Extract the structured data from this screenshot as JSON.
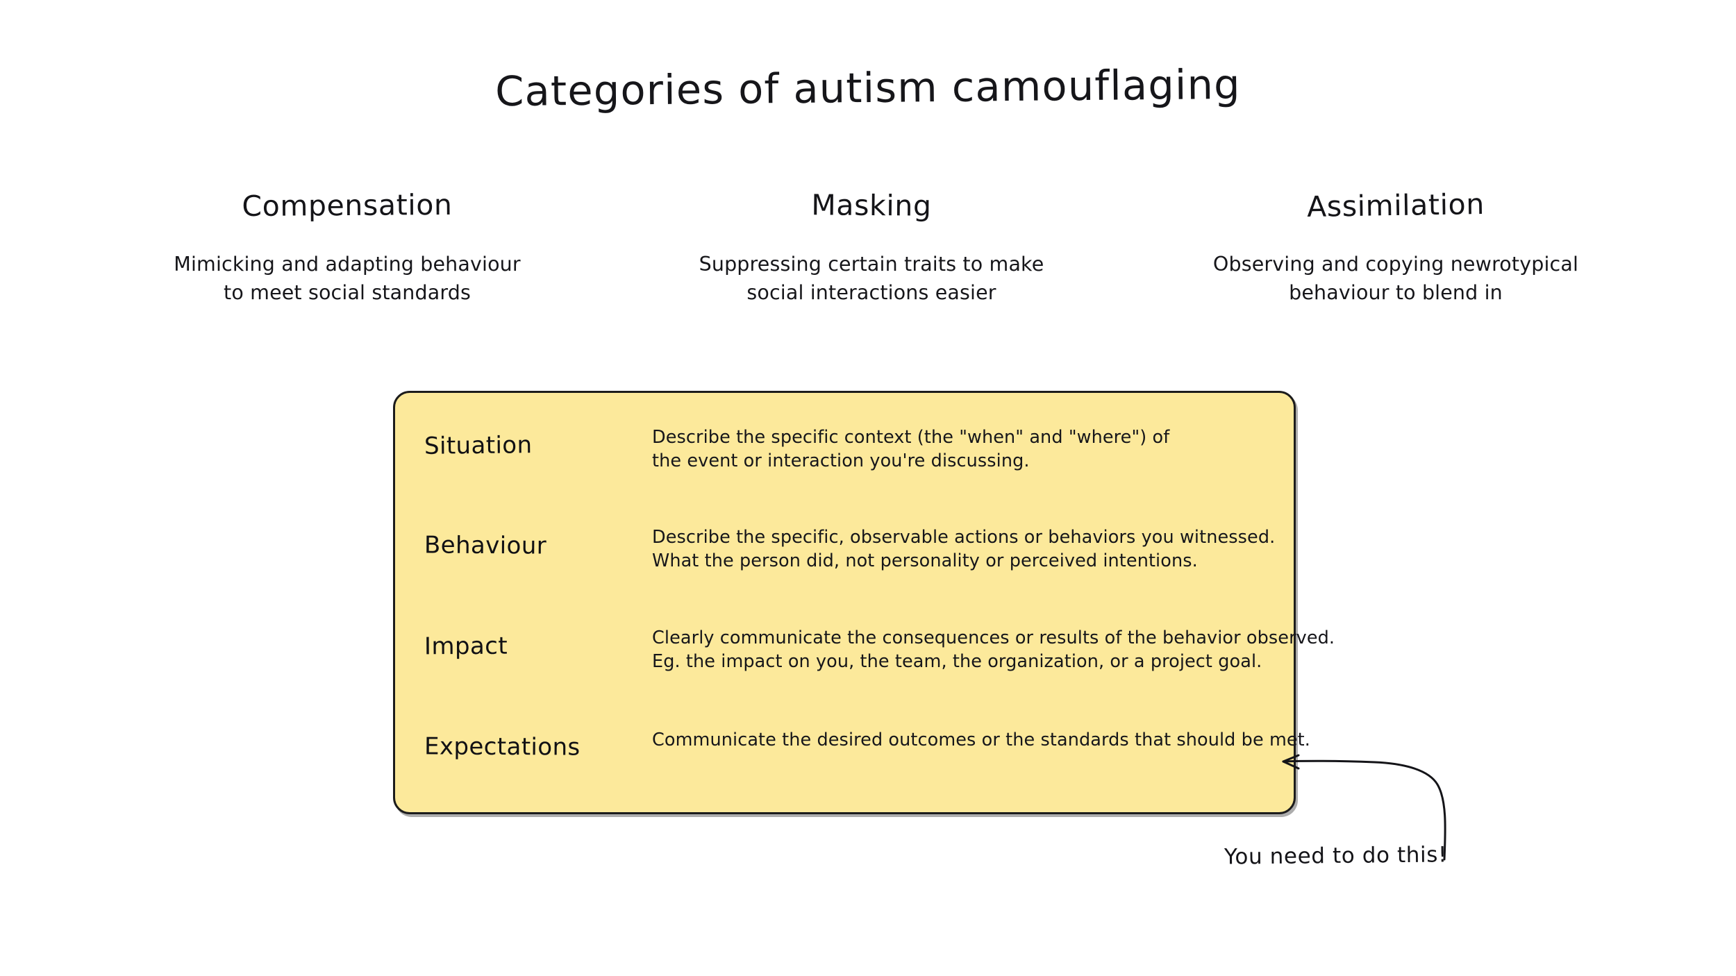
{
  "page": {
    "title": "Categories of autism camouflaging",
    "background_color": "#ffffff",
    "text_color": "#16161a"
  },
  "categories": [
    {
      "name": "Compensation",
      "description_line1": "Mimicking and adapting behaviour",
      "description_line2": "to meet social standards"
    },
    {
      "name": "Masking",
      "description_line1": "Suppressing certain traits to make",
      "description_line2": "social interactions easier"
    },
    {
      "name": "Assimilation",
      "description_line1": "Observing and copying newrotypical",
      "description_line2": "behaviour to blend in"
    }
  ],
  "feedback_card": {
    "fill_color": "#fce99b",
    "border_color": "#1c1c1c",
    "rows": [
      {
        "label": "Situation",
        "description_line1": "Describe the specific context (the \"when\" and \"where\") of",
        "description_line2": "the event or interaction you're discussing."
      },
      {
        "label": "Behaviour",
        "description_line1": "Describe the specific, observable actions or behaviors you witnessed.",
        "description_line2": "What the person did, not personality or perceived intentions."
      },
      {
        "label": "Impact",
        "description_line1": "Clearly communicate the consequences or results of the behavior observed.",
        "description_line2": "Eg. the impact on you, the team, the organization, or a project goal."
      },
      {
        "label": "Expectations",
        "description_line1": "Communicate the desired outcomes or the standards that should be met.",
        "description_line2": ""
      }
    ]
  },
  "annotation": {
    "text": "You need to do this!",
    "arrow_icon": "curved-arrow-icon",
    "arrow_color": "#141418",
    "points_to": "Expectations"
  }
}
